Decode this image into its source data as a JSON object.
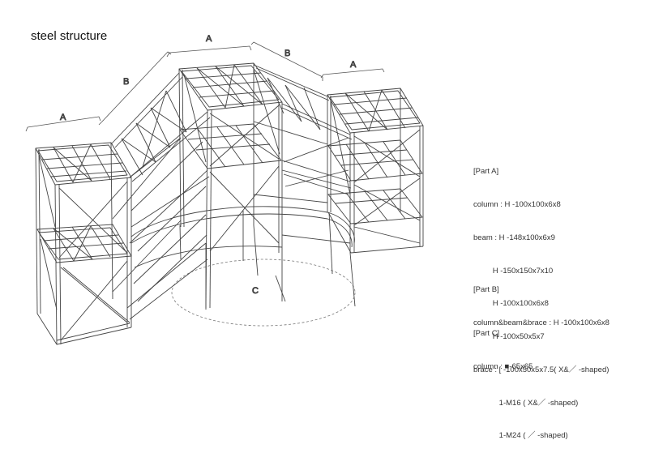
{
  "title": "steel structure",
  "dimension_labels": {
    "left_a": "A",
    "left_b": "B",
    "top_a": "A",
    "right_b": "B",
    "right_a": "A",
    "circle_c": "C"
  },
  "part_a": {
    "heading": "[Part A]",
    "lines": [
      "column : H -100x100x6x8",
      "beam : H -148x100x6x9",
      "         H -150x150x7x10",
      "         H -100x100x6x8",
      "         H -100x50x5x7",
      "brace : [ -100x50x5x7.5( X&／ -shaped)",
      "            1-M16 ( X&／ -shaped)",
      "            1-M24 ( ／ -shaped)"
    ]
  },
  "part_b": {
    "heading": "[Part B]",
    "lines": [
      "column&beam&brace : H -100x100x6x8"
    ]
  },
  "part_c": {
    "heading": "[Part C]",
    "lines": [
      "column : ■-65x65"
    ]
  }
}
